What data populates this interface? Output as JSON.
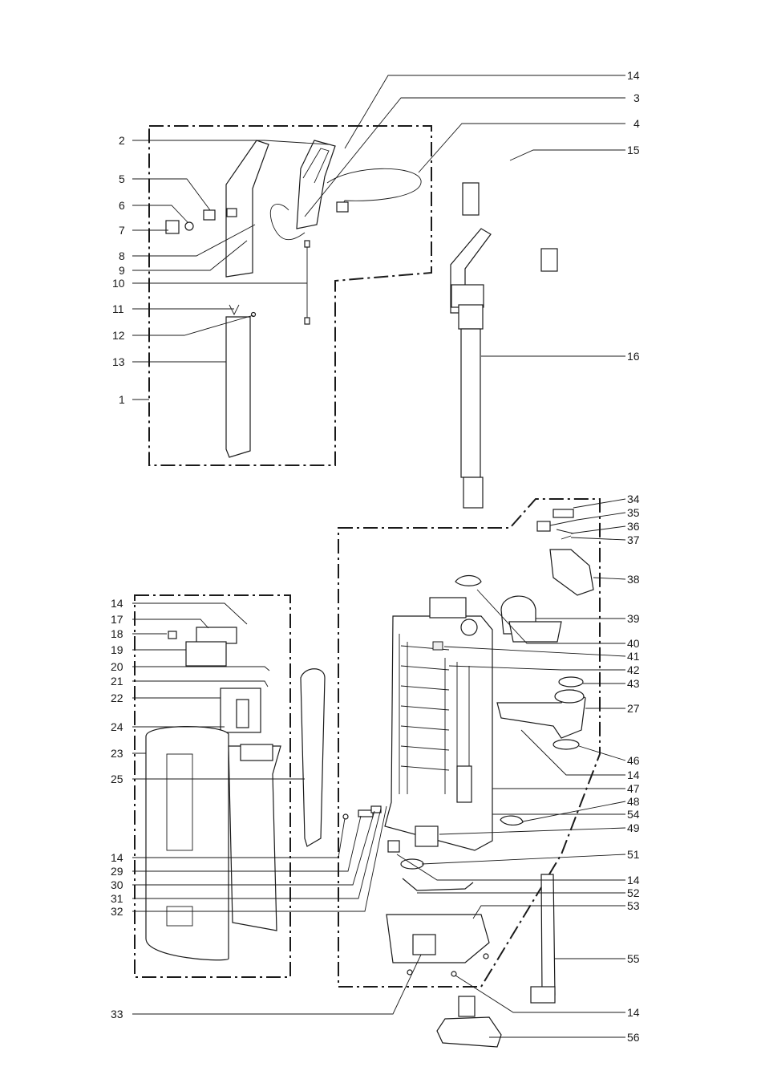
{
  "labels": [
    {
      "id": "14",
      "text": "14"
    },
    {
      "id": "3",
      "text": "3"
    },
    {
      "id": "4",
      "text": "4"
    },
    {
      "id": "15",
      "text": "15"
    },
    {
      "id": "2",
      "text": "2"
    },
    {
      "id": "5",
      "text": "5"
    },
    {
      "id": "6",
      "text": "6"
    },
    {
      "id": "7",
      "text": "7"
    },
    {
      "id": "8",
      "text": "8"
    },
    {
      "id": "9",
      "text": "9"
    },
    {
      "id": "10",
      "text": "10"
    },
    {
      "id": "11",
      "text": "11"
    },
    {
      "id": "12",
      "text": "12"
    },
    {
      "id": "13",
      "text": "13"
    },
    {
      "id": "1",
      "text": "1"
    },
    {
      "id": "16",
      "text": "16"
    },
    {
      "id": "34",
      "text": "34"
    },
    {
      "id": "35",
      "text": "35"
    },
    {
      "id": "36",
      "text": "36"
    },
    {
      "id": "37",
      "text": "37"
    },
    {
      "id": "38",
      "text": "38"
    },
    {
      "id": "39",
      "text": "39"
    },
    {
      "id": "40",
      "text": "40"
    },
    {
      "id": "41",
      "text": "41"
    },
    {
      "id": "42",
      "text": "42"
    },
    {
      "id": "43",
      "text": "43"
    },
    {
      "id": "27",
      "text": "27"
    },
    {
      "id": "46",
      "text": "46"
    },
    {
      "id": "47",
      "text": "47"
    },
    {
      "id": "48",
      "text": "48"
    },
    {
      "id": "54",
      "text": "54"
    },
    {
      "id": "49",
      "text": "49"
    },
    {
      "id": "51",
      "text": "51"
    },
    {
      "id": "52",
      "text": "52"
    },
    {
      "id": "53",
      "text": "53"
    },
    {
      "id": "55",
      "text": "55"
    },
    {
      "id": "56",
      "text": "56"
    },
    {
      "id": "17",
      "text": "17"
    },
    {
      "id": "18",
      "text": "18"
    },
    {
      "id": "19",
      "text": "19"
    },
    {
      "id": "20",
      "text": "20"
    },
    {
      "id": "21",
      "text": "21"
    },
    {
      "id": "22",
      "text": "22"
    },
    {
      "id": "24",
      "text": "24"
    },
    {
      "id": "23",
      "text": "23"
    },
    {
      "id": "25",
      "text": "25"
    },
    {
      "id": "29",
      "text": "29"
    },
    {
      "id": "30",
      "text": "30"
    },
    {
      "id": "31",
      "text": "31"
    },
    {
      "id": "32",
      "text": "32"
    },
    {
      "id": "33",
      "text": "33"
    }
  ]
}
